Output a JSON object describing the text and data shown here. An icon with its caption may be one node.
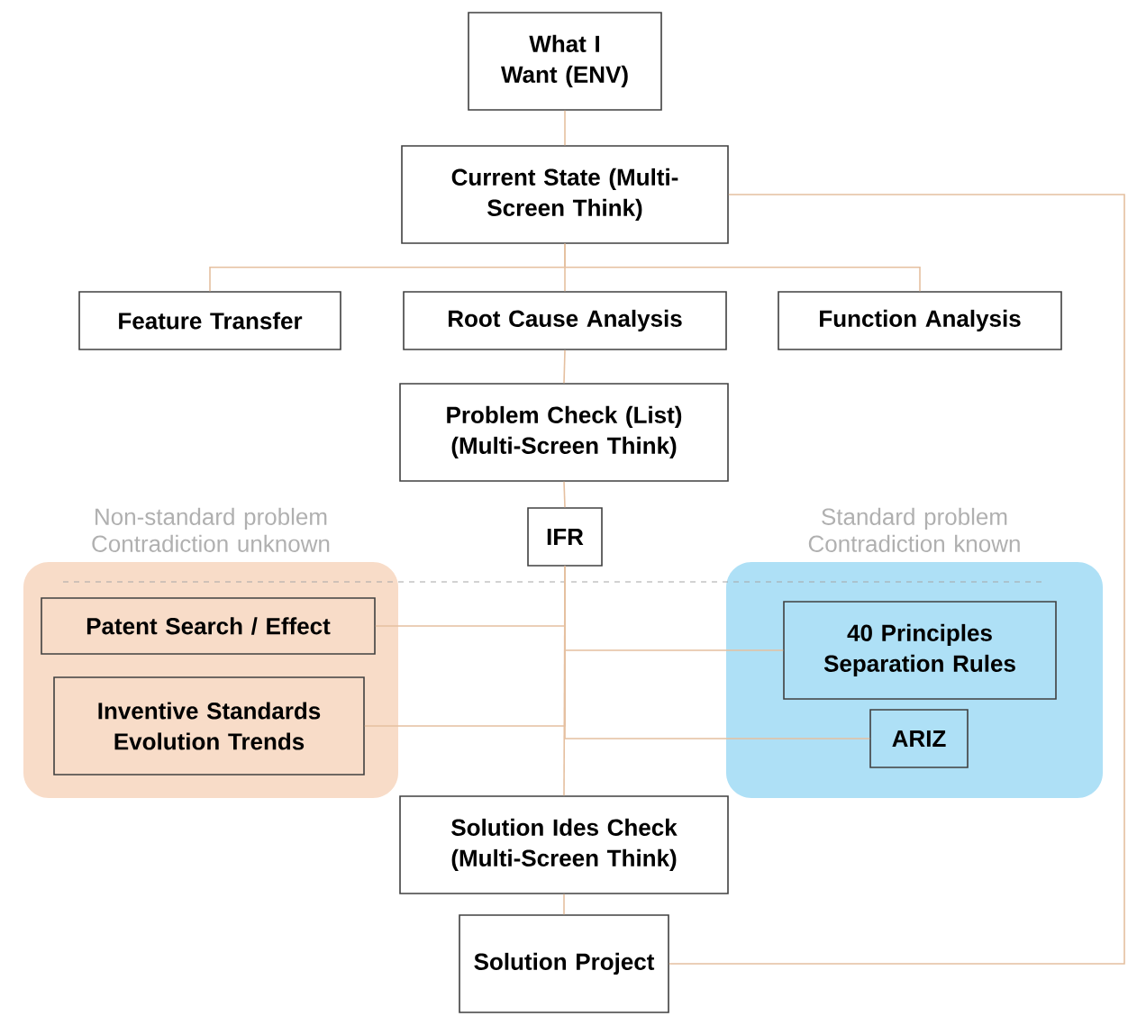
{
  "diagram": {
    "nodes": [
      {
        "text": [
          "What I Want (ENV)"
        ]
      },
      {
        "text": [
          "Current State (Multi-Screen Think)"
        ]
      },
      {
        "text": [
          "Feature Transfer"
        ]
      },
      {
        "text": [
          "Root Cause Analysis"
        ]
      },
      {
        "text": [
          "Function Analysis"
        ]
      },
      {
        "text": [
          "Problem Check (List) (Multi-Screen Think)"
        ]
      },
      {
        "text": [
          "IFR"
        ]
      },
      {
        "text": [
          "Non-standard problem Contradiction unknown"
        ]
      },
      {
        "text": [
          "Patent Search / Effect"
        ],
        "in": 7
      },
      {
        "text": [
          "Inventive Standards Evolution Trends"
        ],
        "in": 7
      },
      {
        "text": [
          "Standard problem Contradiction known"
        ]
      },
      {
        "text": [
          "40 Principles Separation Rules"
        ],
        "in": 10
      },
      {
        "text": [
          "ARIZ"
        ],
        "in": 10
      },
      {
        "text": [
          "Solution Ides Check (Multi-Screen Think)"
        ]
      },
      {
        "text": [
          "Solution Project"
        ]
      }
    ],
    "edges": [
      {
        "from": 0,
        "to": 1,
        "arrow": "none"
      },
      {
        "from": 1,
        "to": 2,
        "arrow": "none"
      },
      {
        "from": 1,
        "to": 3,
        "arrow": "none"
      },
      {
        "from": 1,
        "to": 4,
        "arrow": "none"
      },
      {
        "from": 3,
        "to": 5,
        "arrow": "none"
      },
      {
        "from": 5,
        "to": 6,
        "arrow": "none"
      },
      {
        "from": 6,
        "to": 8,
        "arrow": "none"
      },
      {
        "from": 6,
        "to": 11,
        "arrow": "none"
      },
      {
        "from": 6,
        "to": 9,
        "arrow": "none"
      },
      {
        "from": 6,
        "to": 12,
        "arrow": "none"
      },
      {
        "from": 6,
        "to": 13,
        "arrow": "none"
      },
      {
        "from": 13,
        "to": 14,
        "arrow": "none"
      },
      {
        "from": 1,
        "to": 14,
        "arrow": "none"
      }
    ]
  }
}
